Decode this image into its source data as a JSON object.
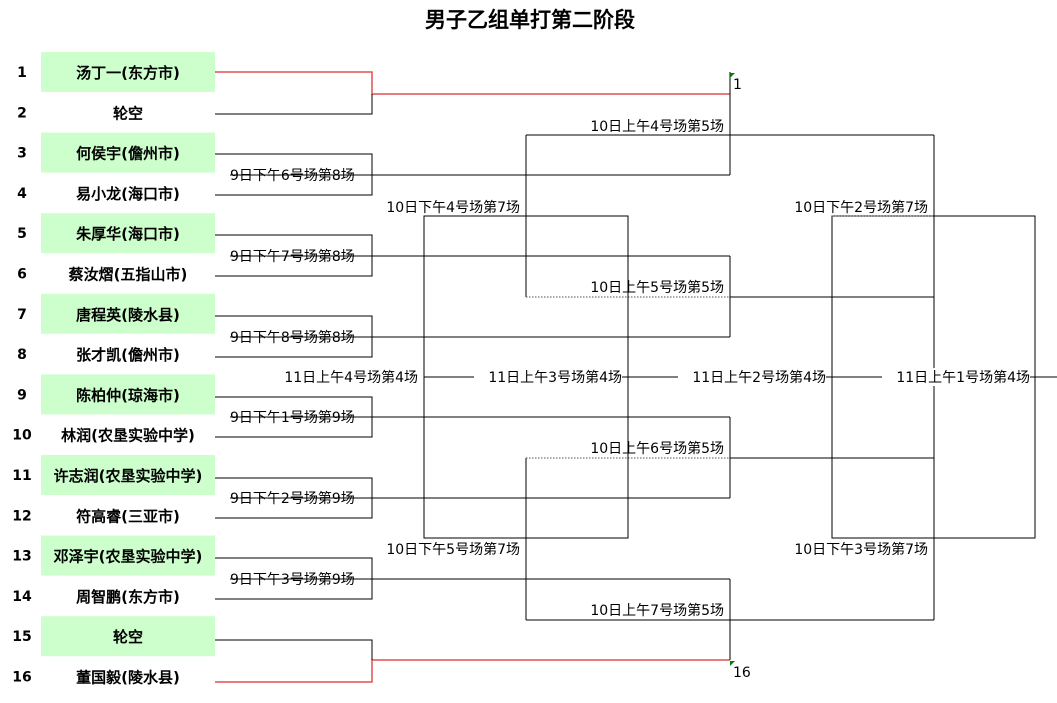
{
  "title": "男子乙组单打第二阶段",
  "players": [
    {
      "seed": "1",
      "name": "汤丁一(东方市)",
      "highlight": true
    },
    {
      "seed": "2",
      "name": "轮空",
      "highlight": false
    },
    {
      "seed": "3",
      "name": "何侯宇(儋州市)",
      "highlight": true
    },
    {
      "seed": "4",
      "name": "易小龙(海口市)",
      "highlight": false
    },
    {
      "seed": "5",
      "name": "朱厚华(海口市)",
      "highlight": true
    },
    {
      "seed": "6",
      "name": "蔡汝熠(五指山市)",
      "highlight": false
    },
    {
      "seed": "7",
      "name": "唐程英(陵水县)",
      "highlight": true
    },
    {
      "seed": "8",
      "name": "张才凯(儋州市)",
      "highlight": false
    },
    {
      "seed": "9",
      "name": "陈柏仲(琼海市)",
      "highlight": true
    },
    {
      "seed": "10",
      "name": "林润(农垦实验中学)",
      "highlight": false
    },
    {
      "seed": "11",
      "name": "许志润(农垦实验中学)",
      "highlight": true
    },
    {
      "seed": "12",
      "name": "符高睿(三亚市)",
      "highlight": false
    },
    {
      "seed": "13",
      "name": "邓泽宇(农垦实验中学)",
      "highlight": true
    },
    {
      "seed": "14",
      "name": "周智鹏(东方市)",
      "highlight": false
    },
    {
      "seed": "15",
      "name": "轮空",
      "highlight": true
    },
    {
      "seed": "16",
      "name": "董国毅(陵水县)",
      "highlight": false
    }
  ],
  "round1_labels": [
    "",
    "9日下午6号场第8场",
    "9日下午7号场第8场",
    "9日下午8号场第8场",
    "9日下午1号场第9场",
    "9日下午2号场第9场",
    "9日下午3号场第9场",
    ""
  ],
  "round2_labels": [
    "10日上午4号场第5场",
    "10日上午5号场第5场",
    "10日上午6号场第5场",
    "10日上午7号场第5场"
  ],
  "consolation_labels": [
    "10日下午4号场第7场",
    "10日下午5号场第7场",
    "10日下午2号场第7场",
    "10日下午3号场第7场"
  ],
  "final_row_labels": [
    "11日上午4号场第4场",
    "11日上午3号场第4场",
    "11日上午2号场第4场",
    "11日上午1号场第4场"
  ],
  "slot_numbers": [
    "1",
    "16"
  ],
  "colors": {
    "highlight_bg": "#ccffcc",
    "advance_line": "#e05050",
    "line": "#000000",
    "dotted": "#555555",
    "marker": "#008000"
  }
}
